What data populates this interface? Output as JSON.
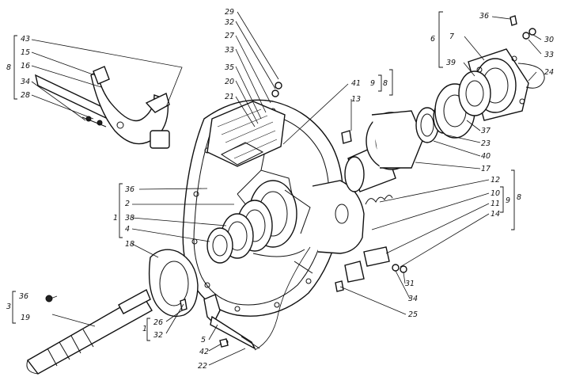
{
  "callouts": {
    "c29": "29",
    "c32a": "32",
    "c27": "27",
    "c33a": "33",
    "c35": "35",
    "c20": "20",
    "c21": "21",
    "c36a": "36",
    "c6": "6",
    "c7": "7",
    "c30": "30",
    "c33b": "33",
    "c24": "24",
    "c39": "39",
    "c41": "41",
    "c9a": "9",
    "c8a": "8",
    "c13": "13",
    "c37": "37",
    "c23": "23",
    "c40": "40",
    "c17": "17",
    "c43": "43",
    "c8b": "8",
    "c15": "15",
    "c16": "16",
    "c34a": "34",
    "c28": "28",
    "c36b": "36",
    "c2": "2",
    "c1": "1",
    "c38": "38",
    "c4": "4",
    "c18": "18",
    "c12": "12",
    "c10": "10",
    "c11": "11",
    "c9b": "9",
    "c8c": "8",
    "c14": "14",
    "c31": "31",
    "c34b": "34",
    "c25": "25",
    "c36c": "36",
    "c3": "3",
    "c19": "19",
    "c26": "26",
    "c1b": "1",
    "c32b": "32",
    "c5": "5",
    "c42": "42",
    "c22": "22"
  }
}
